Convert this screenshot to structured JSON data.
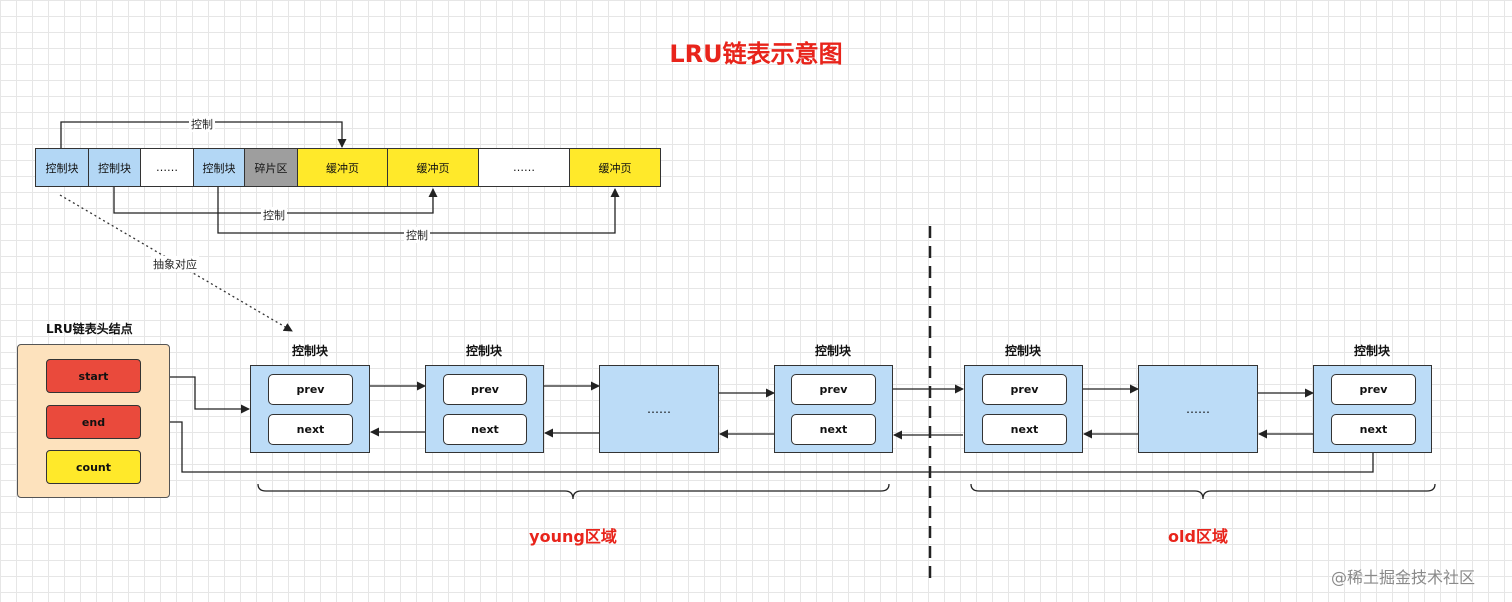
{
  "title": "LRU链表示意图",
  "memory_bar": {
    "cells": [
      "控制块",
      "控制块",
      "……",
      "控制块",
      "碎片区",
      "缓冲页",
      "缓冲页",
      "……",
      "缓冲页"
    ],
    "control_label": "控制",
    "mapping_label": "抽象对应"
  },
  "head": {
    "title": "LRU链表头结点",
    "fields": [
      "start",
      "end",
      "count"
    ]
  },
  "list": {
    "node_label": "控制块",
    "prev": "prev",
    "next": "next",
    "ellipsis": "……"
  },
  "regions": {
    "young": "young区域",
    "old": "old区域"
  },
  "watermark": "@稀土掘金技术社区",
  "colors": {
    "title_red": "#e8241b",
    "control_block_blue": "#b3d7f5",
    "fragment_gray": "#9e9e9e",
    "buffer_yellow": "#ffe92a",
    "head_box_peach": "#fde2bd",
    "field_red": "#ea4a3c"
  }
}
